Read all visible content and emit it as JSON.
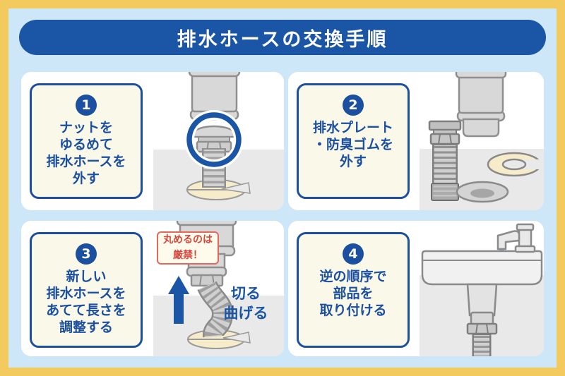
{
  "title": "排水ホースの交換手順",
  "steps": [
    {
      "number": "1",
      "text": "ナットを\nゆるめて\n排水ホースを\n外す"
    },
    {
      "number": "2",
      "text": "排水プレート\n・防臭ゴムを\n外す"
    },
    {
      "number": "3",
      "text": "新しい\n排水ホースを\nあてて長さを\n調整する"
    },
    {
      "number": "4",
      "text": "逆の順序で\n部品を\n取り付ける"
    }
  ],
  "annotations": {
    "no_rolling_warning": "丸めるのは\n厳禁！",
    "cut_bend_label": "切る\n曲げる"
  },
  "colors": {
    "frame_yellow": "#F2CA5E",
    "background_blue": "#CEE7F8",
    "primary_blue": "#1B56A6",
    "panel_white": "#FFFFFF",
    "note_cream": "#FAF8E8",
    "plate_cream": "#F6ECC9",
    "floor_gray": "#E9E9E9",
    "pipe_gray": "#D8D8D8",
    "warning_red": "#D8453C",
    "water_blue": "#85C3EA"
  }
}
